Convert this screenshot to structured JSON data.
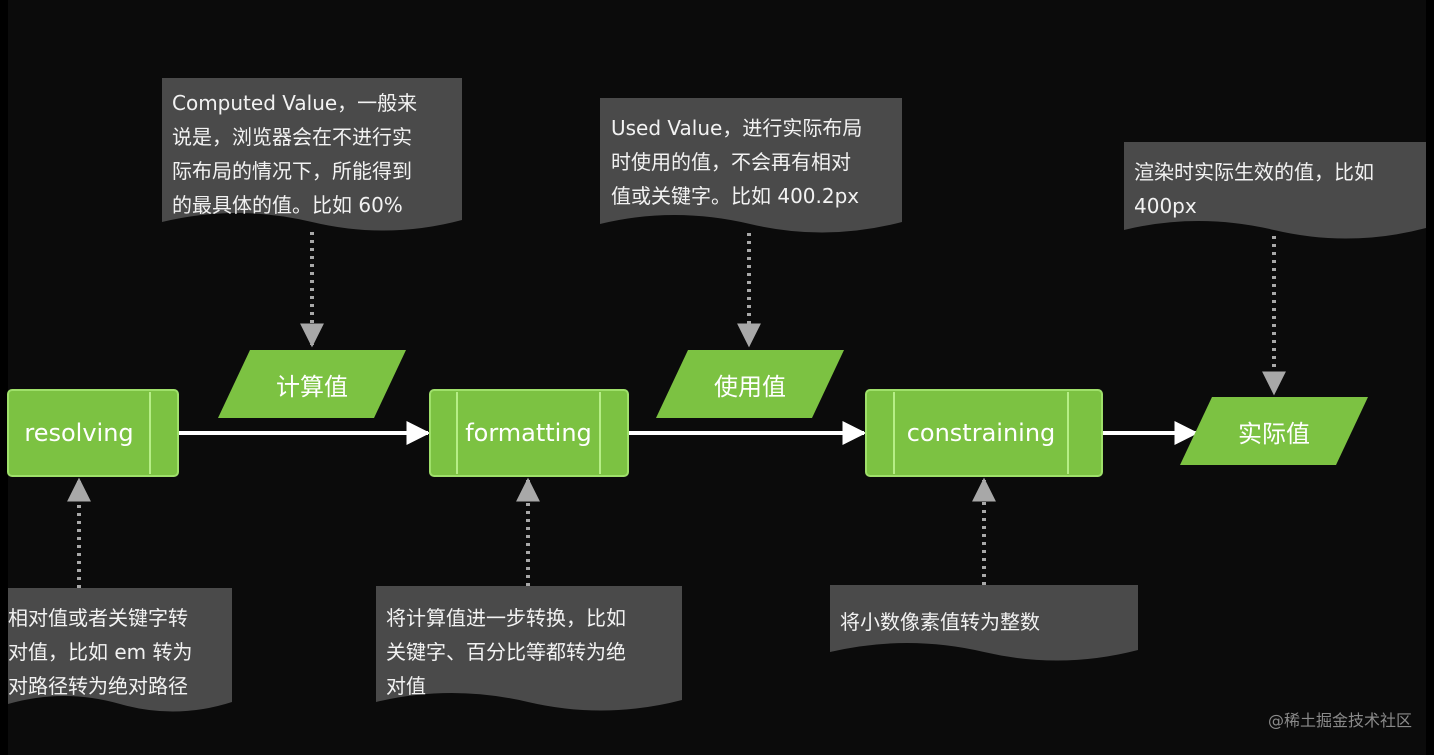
{
  "colors": {
    "background": "#0b0b0b",
    "node_fill": "#7cc242",
    "node_border": "#9fe06a",
    "note_fill": "#4a4a4a",
    "arrow": "#ffffff",
    "dotted_arrow": "#a8a8a8"
  },
  "process_nodes": [
    {
      "id": "resolving",
      "label": "resolving"
    },
    {
      "id": "formatting",
      "label": "formatting"
    },
    {
      "id": "constraining",
      "label": "constraining"
    }
  ],
  "data_nodes": [
    {
      "id": "computed",
      "label": "计算值"
    },
    {
      "id": "used",
      "label": "使用值"
    },
    {
      "id": "actual",
      "label": "实际值"
    }
  ],
  "notes": {
    "computed": "Computed Value，一般来\n说是，浏览器会在不进行实\n际布局的情况下，所能得到\n的最具体的值。比如 60%",
    "used": "Used Value，进行实际布局\n时使用的值，不会再有相对\n值或关键字。比如 400.2px",
    "actual": "渲染时实际生效的值，比如\n400px",
    "resolving": "相对值或者关键字转\n对值，比如 em 转为\n对路径转为绝对路径",
    "formatting": "将计算值进一步转换，比如\n关键字、百分比等都转为绝\n对值",
    "constraining": "将小数像素值转为整数"
  },
  "watermark": "@稀土掘金技术社区"
}
